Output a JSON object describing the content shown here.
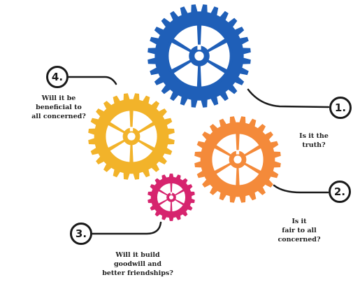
{
  "colors": {
    "blue": "#1f5fb8",
    "orange": "#f48a3a",
    "yellow": "#f2b32a",
    "magenta": "#d6246e",
    "connector": "#1a1a1a"
  },
  "gears": [
    {
      "name": "blue-gear",
      "color": "#1f5fb8",
      "icon": "gear-icon"
    },
    {
      "name": "yellow-gear",
      "color": "#f2b32a",
      "icon": "gear-icon"
    },
    {
      "name": "orange-gear",
      "color": "#f48a3a",
      "icon": "gear-icon"
    },
    {
      "name": "magenta-gear",
      "color": "#d6246e",
      "icon": "gear-icon"
    }
  ],
  "steps": [
    {
      "number": "1.",
      "question": "Is it the\ntruth?"
    },
    {
      "number": "2.",
      "question": "Is it\nfair to all\nconcerned?"
    },
    {
      "number": "3.",
      "question": "Will it build\ngoodwill and\nbetter friendships?"
    },
    {
      "number": "4.",
      "question": "Will it be\nbeneficial to\nall concerned?"
    }
  ]
}
